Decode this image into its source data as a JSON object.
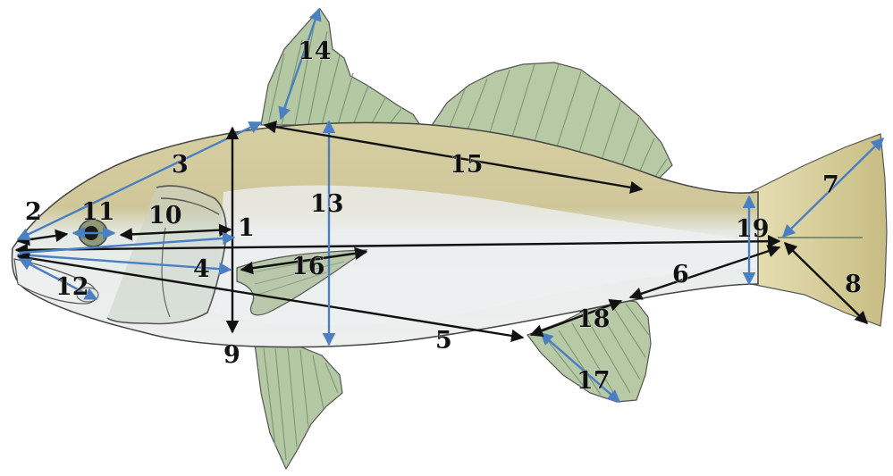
{
  "diagram": {
    "subject": "fish",
    "colors": {
      "black_arrow": "#111111",
      "blue_arrow": "#4a7fc1",
      "body_top": "#cfc9a0",
      "body_belly": "#e8ecef",
      "fin": "#b8c9a6",
      "outline": "#444444"
    },
    "measurements": [
      {
        "label": "1",
        "color": "black"
      },
      {
        "label": "2",
        "color": "black"
      },
      {
        "label": "3",
        "color": "blue"
      },
      {
        "label": "4",
        "color": "blue"
      },
      {
        "label": "5",
        "color": "black"
      },
      {
        "label": "6",
        "color": "black"
      },
      {
        "label": "7",
        "color": "blue"
      },
      {
        "label": "8",
        "color": "black"
      },
      {
        "label": "9",
        "color": "black"
      },
      {
        "label": "10",
        "color": "black"
      },
      {
        "label": "11",
        "color": "blue"
      },
      {
        "label": "12",
        "color": "blue"
      },
      {
        "label": "13",
        "color": "blue"
      },
      {
        "label": "14",
        "color": "blue"
      },
      {
        "label": "15",
        "color": "black"
      },
      {
        "label": "16",
        "color": "black"
      },
      {
        "label": "17",
        "color": "blue"
      },
      {
        "label": "18",
        "color": "black"
      },
      {
        "label": "19",
        "color": "blue"
      }
    ]
  }
}
